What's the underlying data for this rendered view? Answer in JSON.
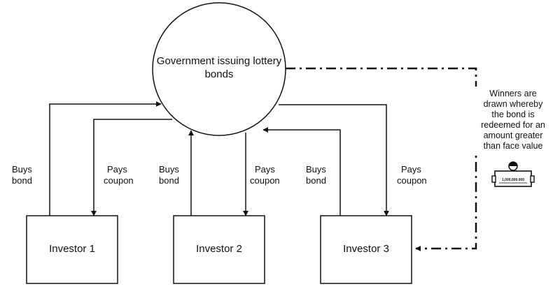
{
  "government": {
    "line1": "Government issuing lottery",
    "line2": "bonds"
  },
  "investors": [
    {
      "label": "Investor 1"
    },
    {
      "label": "Investor 2"
    },
    {
      "label": "Investor 3"
    }
  ],
  "edges": {
    "buys_bond_1": {
      "line1": "Buys",
      "line2": "bond"
    },
    "pays_coupon_1": {
      "line1": "Pays",
      "line2": "coupon"
    },
    "buys_bond_2": {
      "line1": "Buys",
      "line2": "bond"
    },
    "pays_coupon_2": {
      "line1": "Pays",
      "line2": "coupon"
    },
    "buys_bond_3": {
      "line1": "Buys",
      "line2": "bond"
    },
    "pays_coupon_3": {
      "line1": "Pays",
      "line2": "coupon"
    }
  },
  "winners_note": {
    "lines": [
      "Winners are",
      "drawn whereby",
      "the bond is",
      "redeemed for an",
      "amount greater",
      "than face value"
    ]
  },
  "prize_cheque": {
    "amount": "1,000,000.000",
    "icon": "lottery-winner-cheque-icon"
  }
}
